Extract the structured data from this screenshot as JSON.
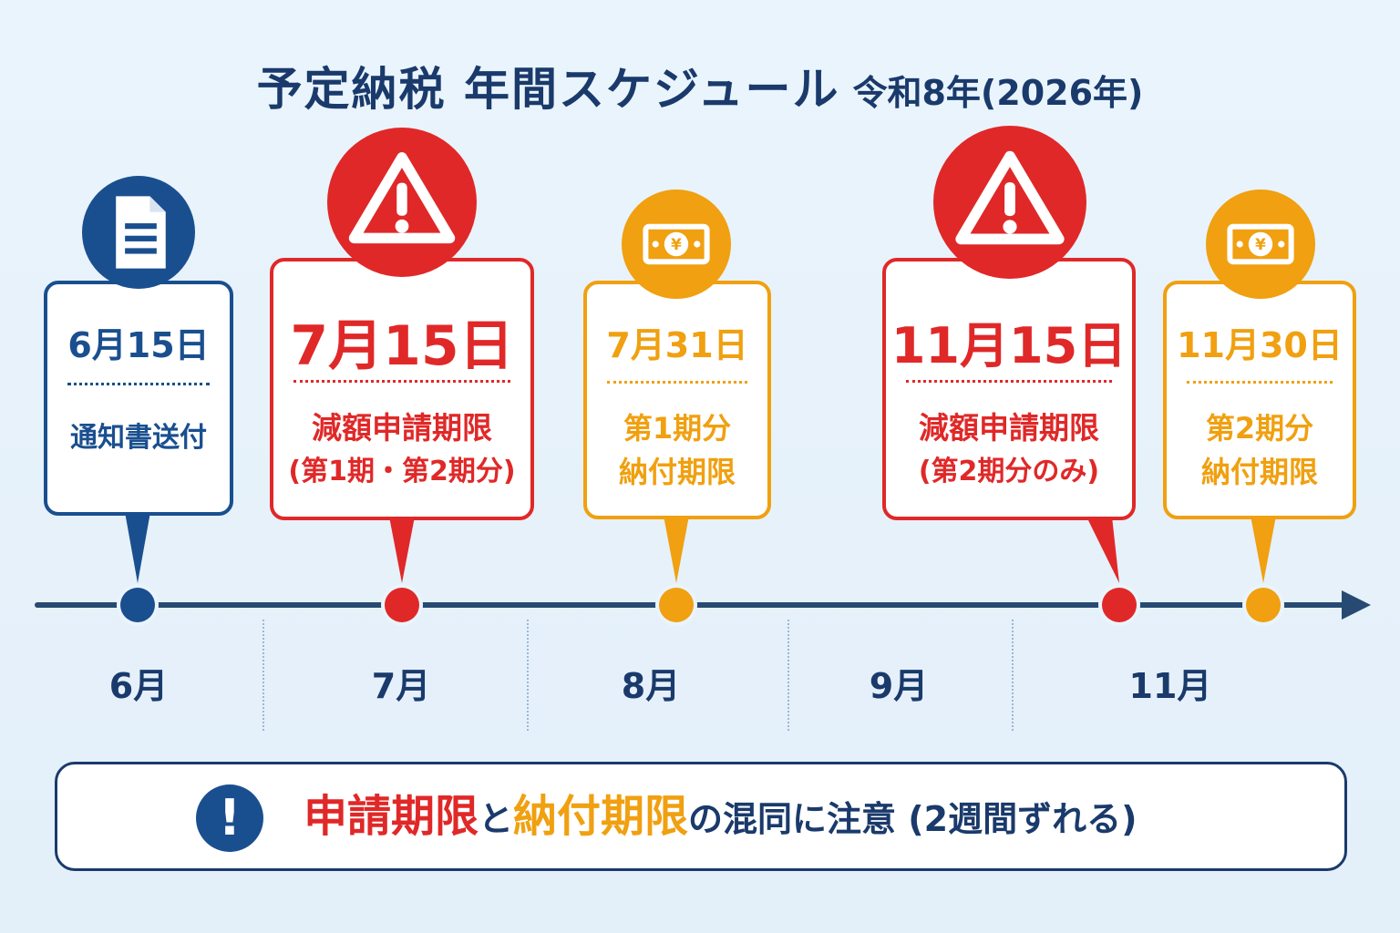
{
  "title": {
    "main": "予定納税 年間スケジュール",
    "sub": "令和8年(2026年)"
  },
  "colors": {
    "navy": "#1a4f8f",
    "red": "#e02828",
    "orange": "#f0a010",
    "axis": "#274a72"
  },
  "events": [
    {
      "date": "6月15日",
      "lines": [
        "通知書送付"
      ],
      "type": "notice",
      "icon": "document-icon",
      "color": "#1a4f8f"
    },
    {
      "date": "7月15日",
      "lines": [
        "減額申請期限",
        "(第1期・第2期分)"
      ],
      "type": "deadline",
      "icon": "warning-icon",
      "color": "#e02828"
    },
    {
      "date": "7月31日",
      "lines": [
        "第1期分",
        "納付期限"
      ],
      "type": "payment",
      "icon": "money-icon",
      "color": "#f0a010"
    },
    {
      "date": "11月15日",
      "lines": [
        "減額申請期限",
        "(第2期分のみ)"
      ],
      "type": "deadline",
      "icon": "warning-icon",
      "color": "#e02828"
    },
    {
      "date": "11月30日",
      "lines": [
        "第2期分",
        "納付期限"
      ],
      "type": "payment",
      "icon": "money-icon",
      "color": "#f0a010"
    }
  ],
  "months": [
    "6月",
    "7月",
    "8月",
    "9月",
    "11月"
  ],
  "notice": {
    "icon": "exclamation-icon",
    "symbol": "!",
    "part1": "申請期限",
    "part2": "と",
    "part3": "納付期限",
    "part4": "の混同に注意 (2週間ずれる)"
  }
}
